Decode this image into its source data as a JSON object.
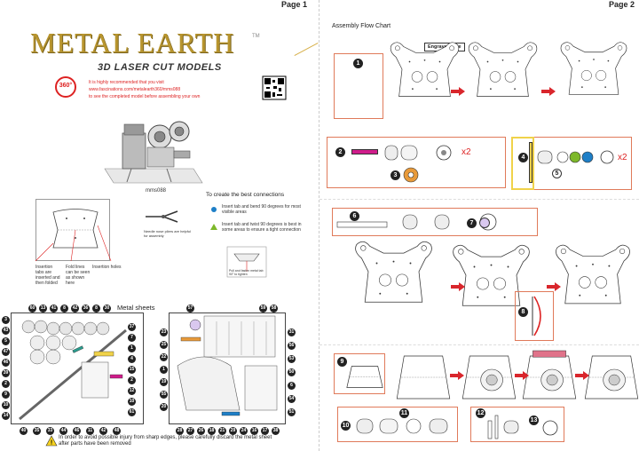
{
  "page1": {
    "page_number": "Page 1",
    "brand": {
      "logo_text": "METAL EARTH",
      "tm": "TM",
      "subtitle": "3D LASER CUT MODELS"
    },
    "recommend": {
      "line1": "It is highly recommended that you visit",
      "line2": "www.fascinations.com/metalearth360/mms088",
      "line3": "to see the completed model before assembling your own"
    },
    "badge_360": "360°",
    "model_code": "mms088",
    "connections": {
      "title": "To create the best connections",
      "tip_blue": "Insert tab and bend 90 degrees for most visible areas",
      "tip_green": "Insert tab and twist 90 degrees is best in some areas to ensure a tight connection",
      "pliers_note": "Needle nose pliers are helpful for assembly",
      "shelf_note": "Pull and fasten metal tab 90° to tighten"
    },
    "diagram_labels": {
      "insertion_tabs": "Insertion tabs are inserted and then folded",
      "fold_lines": "Fold lines can be seen as shown here",
      "insertion_holes": "Insertion holes"
    },
    "metal_sheets_title": "Metal sheets",
    "sheet1_numbers": {
      "top": [
        "60",
        "13",
        "41",
        "8",
        "42",
        "36",
        "8",
        "30"
      ],
      "left": [
        "3",
        "43",
        "5",
        "47",
        "46",
        "39",
        "2",
        "9",
        "10",
        "14"
      ],
      "right": [
        "37",
        "7",
        "1",
        "4",
        "15",
        "2",
        "12",
        "10",
        "61"
      ],
      "bottom": [
        "40",
        "35",
        "33",
        "44",
        "46",
        "11",
        "42",
        "48"
      ]
    },
    "sheet2_numbers": {
      "top": [
        "57",
        "59",
        "58"
      ],
      "left": [
        "23",
        "25",
        "22",
        "1",
        "19",
        "55",
        "20"
      ],
      "right": [
        "31",
        "56",
        "53",
        "50",
        "6",
        "54",
        "51"
      ],
      "bottom": [
        "28",
        "27",
        "26",
        "18",
        "21",
        "29",
        "24",
        "16",
        "17",
        "38"
      ]
    },
    "warning": "In order to avoid possible injury from sharp edges, please carefully discard the metal sheet after parts have been removed"
  },
  "page2": {
    "page_number": "Page 2",
    "title": "Assembly Flow Chart",
    "engraved_label": "Engraved side",
    "steps": [
      "1",
      "2",
      "3",
      "4",
      "5",
      "6",
      "7",
      "8",
      "9",
      "10",
      "11",
      "12",
      "13"
    ],
    "multiplier_a": "x2",
    "multiplier_b": "x2"
  },
  "colors": {
    "accent_red": "#d22222",
    "box_border": "#e07a5a",
    "gold": "#b8952e",
    "arrow": "#d9262c"
  }
}
